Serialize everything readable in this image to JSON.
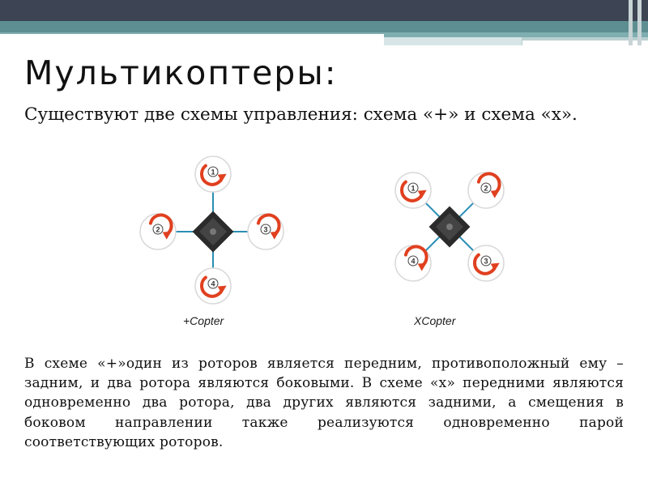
{
  "slide": {
    "title": "Мультикоптеры:",
    "intro": "Существуют две схемы управления: схема «+» и схема «х».",
    "paragraph": "В схеме «+»один из роторов является передним, противоположный ему – задним, и два ротора являются боковыми. В схеме «х» передними являются одновременно два ротора, два других являются задними, а смещения в боковом направлении также реализуются одновременно парой соответствующих роторов."
  },
  "diagrams": {
    "plus": {
      "caption": "+Copter",
      "rotors": [
        "1",
        "2",
        "3",
        "4"
      ]
    },
    "x": {
      "caption": "XCopter",
      "rotors": [
        "1",
        "2",
        "3",
        "4"
      ]
    }
  },
  "colors": {
    "header_dark": "#3d4554",
    "header_teal": "#5d8f92",
    "arm": "#2a8fb5",
    "arrow": "#e0401f"
  }
}
